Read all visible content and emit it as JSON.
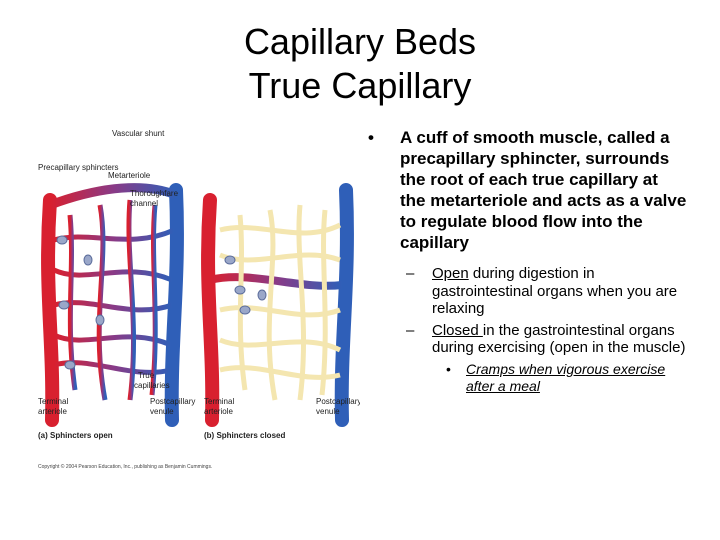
{
  "title": {
    "line1": "Capillary Beds",
    "line2": "True Capillary"
  },
  "bullet": {
    "text": "A cuff of smooth muscle, called a precapillary sphincter, surrounds the root of each true capillary at the metarteriole and acts as a valve to regulate blood flow into the capillary",
    "sub": [
      {
        "keyword": "Open",
        "rest": " during digestion in gastrointestinal organs when you are relaxing"
      },
      {
        "keyword": "Closed ",
        "rest": "in the gastrointestinal organs during exercising (open in the muscle)"
      }
    ],
    "subsub": "Cramps when vigorous exercise after a meal"
  },
  "figure": {
    "labels": {
      "vascular_shunt": "Vascular shunt",
      "precapillary_sphincters": "Precapillary sphincters",
      "metarteriole": "Metarteriole",
      "thoroughfare_channel_1": "Thoroughfare",
      "thoroughfare_channel_2": "channel",
      "true_capillaries_1": "True",
      "true_capillaries_2": "capillaries",
      "terminal_arteriole_a1": "Terminal",
      "terminal_arteriole_a2": "arteriole",
      "postcapillary_venule_a1": "Postcapillary",
      "postcapillary_venule_a2": "venule",
      "terminal_arteriole_b1": "Terminal",
      "terminal_arteriole_b2": "arteriole",
      "postcapillary_venule_b1": "Postcapillary",
      "postcapillary_venule_b2": "venule"
    },
    "caption_a": "(a) Sphincters open",
    "caption_b": "(b) Sphincters closed",
    "copyright": "Copyright © 2004 Pearson Education, Inc., publishing as Benjamin Cummings.",
    "colors": {
      "artery": "#d8202f",
      "vein": "#2f5fb8",
      "capillary_closed": "#f4e6b0",
      "sphincter": "#9aa7c9"
    }
  }
}
